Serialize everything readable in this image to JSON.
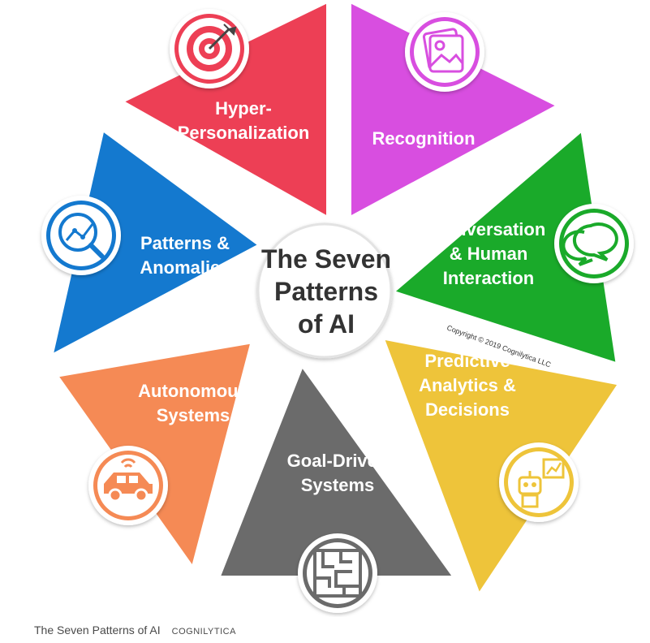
{
  "diagram": {
    "center_lines": [
      "The Seven",
      "Patterns",
      "of AI"
    ],
    "copyright": "Copyright © 2019 Cognilytica LLC",
    "segments": [
      {
        "label_lines": [
          "Hyper-",
          "Personalization"
        ],
        "color": "#ed3f55",
        "icon": "target-icon"
      },
      {
        "label_lines": [
          "Recognition"
        ],
        "color": "#d84ee0",
        "icon": "image-recognition-icon"
      },
      {
        "label_lines": [
          "Conversation",
          "& Human",
          "Interaction"
        ],
        "color": "#1aaa2a",
        "icon": "chat-bubbles-icon"
      },
      {
        "label_lines": [
          "Predictive",
          "Analytics &",
          "Decisions"
        ],
        "color": "#eec43a",
        "icon": "robot-chart-icon"
      },
      {
        "label_lines": [
          "Goal-Driven",
          "Systems"
        ],
        "color": "#6b6b6b",
        "icon": "maze-icon"
      },
      {
        "label_lines": [
          "Autonomous",
          "Systems"
        ],
        "color": "#f58a55",
        "icon": "autonomous-car-icon"
      },
      {
        "label_lines": [
          "Patterns &",
          "Anomalies"
        ],
        "color": "#1479cf",
        "icon": "magnifier-graph-icon"
      }
    ]
  },
  "caption": {
    "title": "The Seven Patterns of AI",
    "credit": "COGNILYTICA"
  }
}
